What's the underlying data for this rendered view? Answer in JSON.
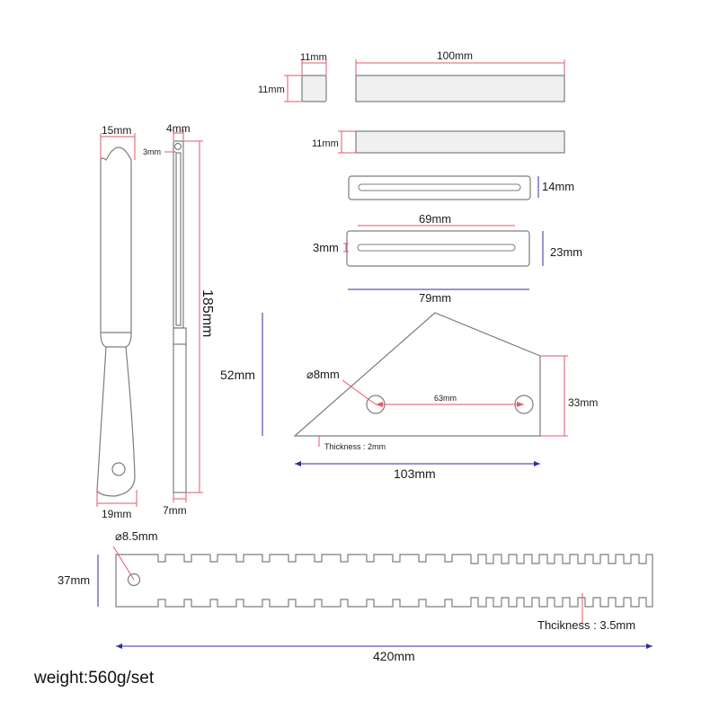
{
  "labels": {
    "cube_w": "11mm",
    "cube_h": "11mm",
    "bar_len": "100mm",
    "bar2_h": "11mm",
    "slot1_h": "14mm",
    "slot2_len": "69mm",
    "slot2_w": "3mm",
    "slot2_h": "23mm",
    "slot2_total": "79mm",
    "knife_top": "15mm",
    "knife_bottom": "19mm",
    "side_top": "4mm",
    "side_hole": "3mm",
    "side_len": "185mm",
    "side_bottom": "7mm",
    "tri_height": "52mm",
    "tri_hole": "⌀8mm",
    "tri_spacing": "63mm",
    "tri_right": "33mm",
    "tri_thick": "Thickness : 2mm",
    "tri_base": "103mm",
    "ruler_hole": "⌀8.5mm",
    "ruler_h": "37mm",
    "ruler_thick": "Thcikness : 3.5mm",
    "ruler_len": "420mm"
  },
  "weight": "weight:560g/set"
}
